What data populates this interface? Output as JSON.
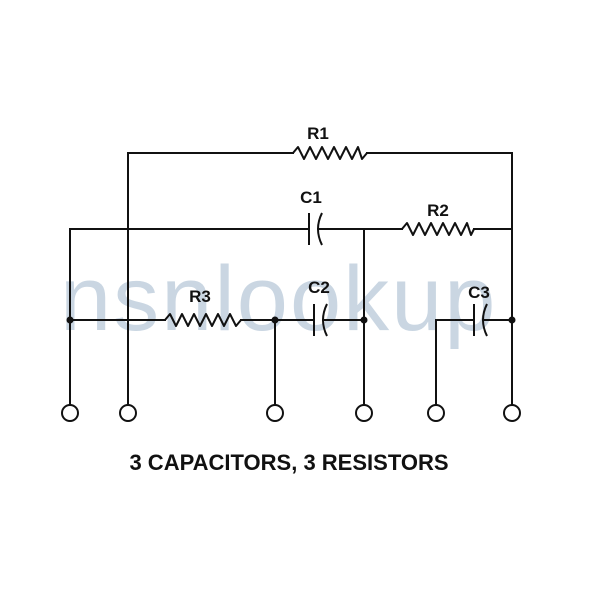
{
  "diagram": {
    "caption": "3 CAPACITORS, 3 RESISTORS",
    "watermark": "nsnlookup",
    "components": [
      {
        "id": "R1",
        "kind": "resistor"
      },
      {
        "id": "R2",
        "kind": "resistor"
      },
      {
        "id": "R3",
        "kind": "resistor"
      },
      {
        "id": "C1",
        "kind": "capacitor"
      },
      {
        "id": "C2",
        "kind": "capacitor"
      },
      {
        "id": "C3",
        "kind": "capacitor"
      }
    ],
    "terminal_count": 6,
    "colors": {
      "ink": "#111111",
      "watermark": "#9fb6cc",
      "background": "#ffffff"
    }
  }
}
